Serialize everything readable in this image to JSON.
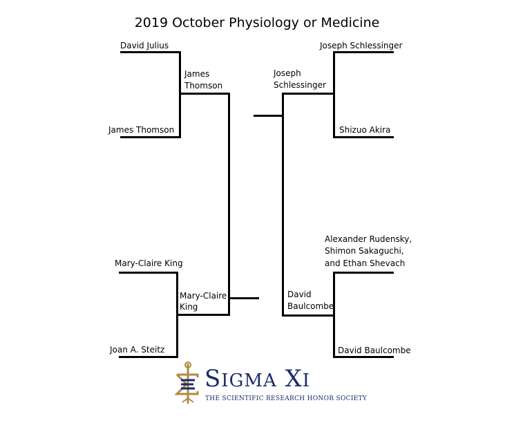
{
  "title": "2019 October Physiology or Medicine",
  "bracket": {
    "left_top": {
      "entrants": [
        "David Julius",
        "James Thomson"
      ],
      "winner": [
        "James",
        "Thomson"
      ]
    },
    "left_bottom": {
      "entrants": [
        "Mary-Claire King",
        "Joan A. Steitz"
      ],
      "winner": [
        "Mary-Claire",
        "King"
      ]
    },
    "right_top": {
      "entrants": [
        "Joseph Schlessinger",
        "Shizuo Akira"
      ],
      "winner": [
        "Joseph",
        "Schlessinger"
      ]
    },
    "right_bottom": {
      "entrants": [
        "Alexander Rudensky,",
        "Shimon Sakaguchi,",
        "and Ethan Shevach",
        "David Baulcombe"
      ],
      "winner": [
        "David",
        "Baulcombe"
      ]
    }
  },
  "logo": {
    "name_s": "S",
    "name_igma": "IGMA",
    "name_x": "X",
    "name_i": "I",
    "tagline": "THE SCIENTIFIC RESEARCH HONOR SOCIETY",
    "colors": {
      "navy": "#1b2a6b",
      "gold": "#b08a3e"
    }
  },
  "colors": {
    "line": "#000000",
    "background": "#ffffff"
  }
}
